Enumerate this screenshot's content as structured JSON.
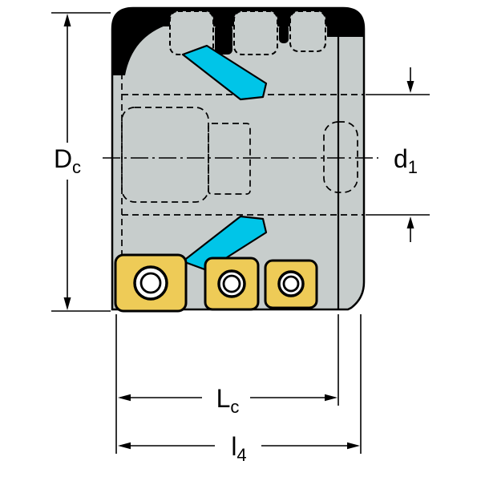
{
  "labels": {
    "dc": {
      "main": "D",
      "sub": "c"
    },
    "d1": {
      "main": "d",
      "sub": "1"
    },
    "lc": {
      "main": "L",
      "sub": "c"
    },
    "l4": {
      "main": "l",
      "sub": "4"
    }
  },
  "colors": {
    "background": "#ffffff",
    "outline": "#000000",
    "body_fill": "#c7cdcc",
    "flute_highlight": "#00c5e8",
    "insert_fill": "#eecb57",
    "hole_fill": "#ffffff"
  }
}
